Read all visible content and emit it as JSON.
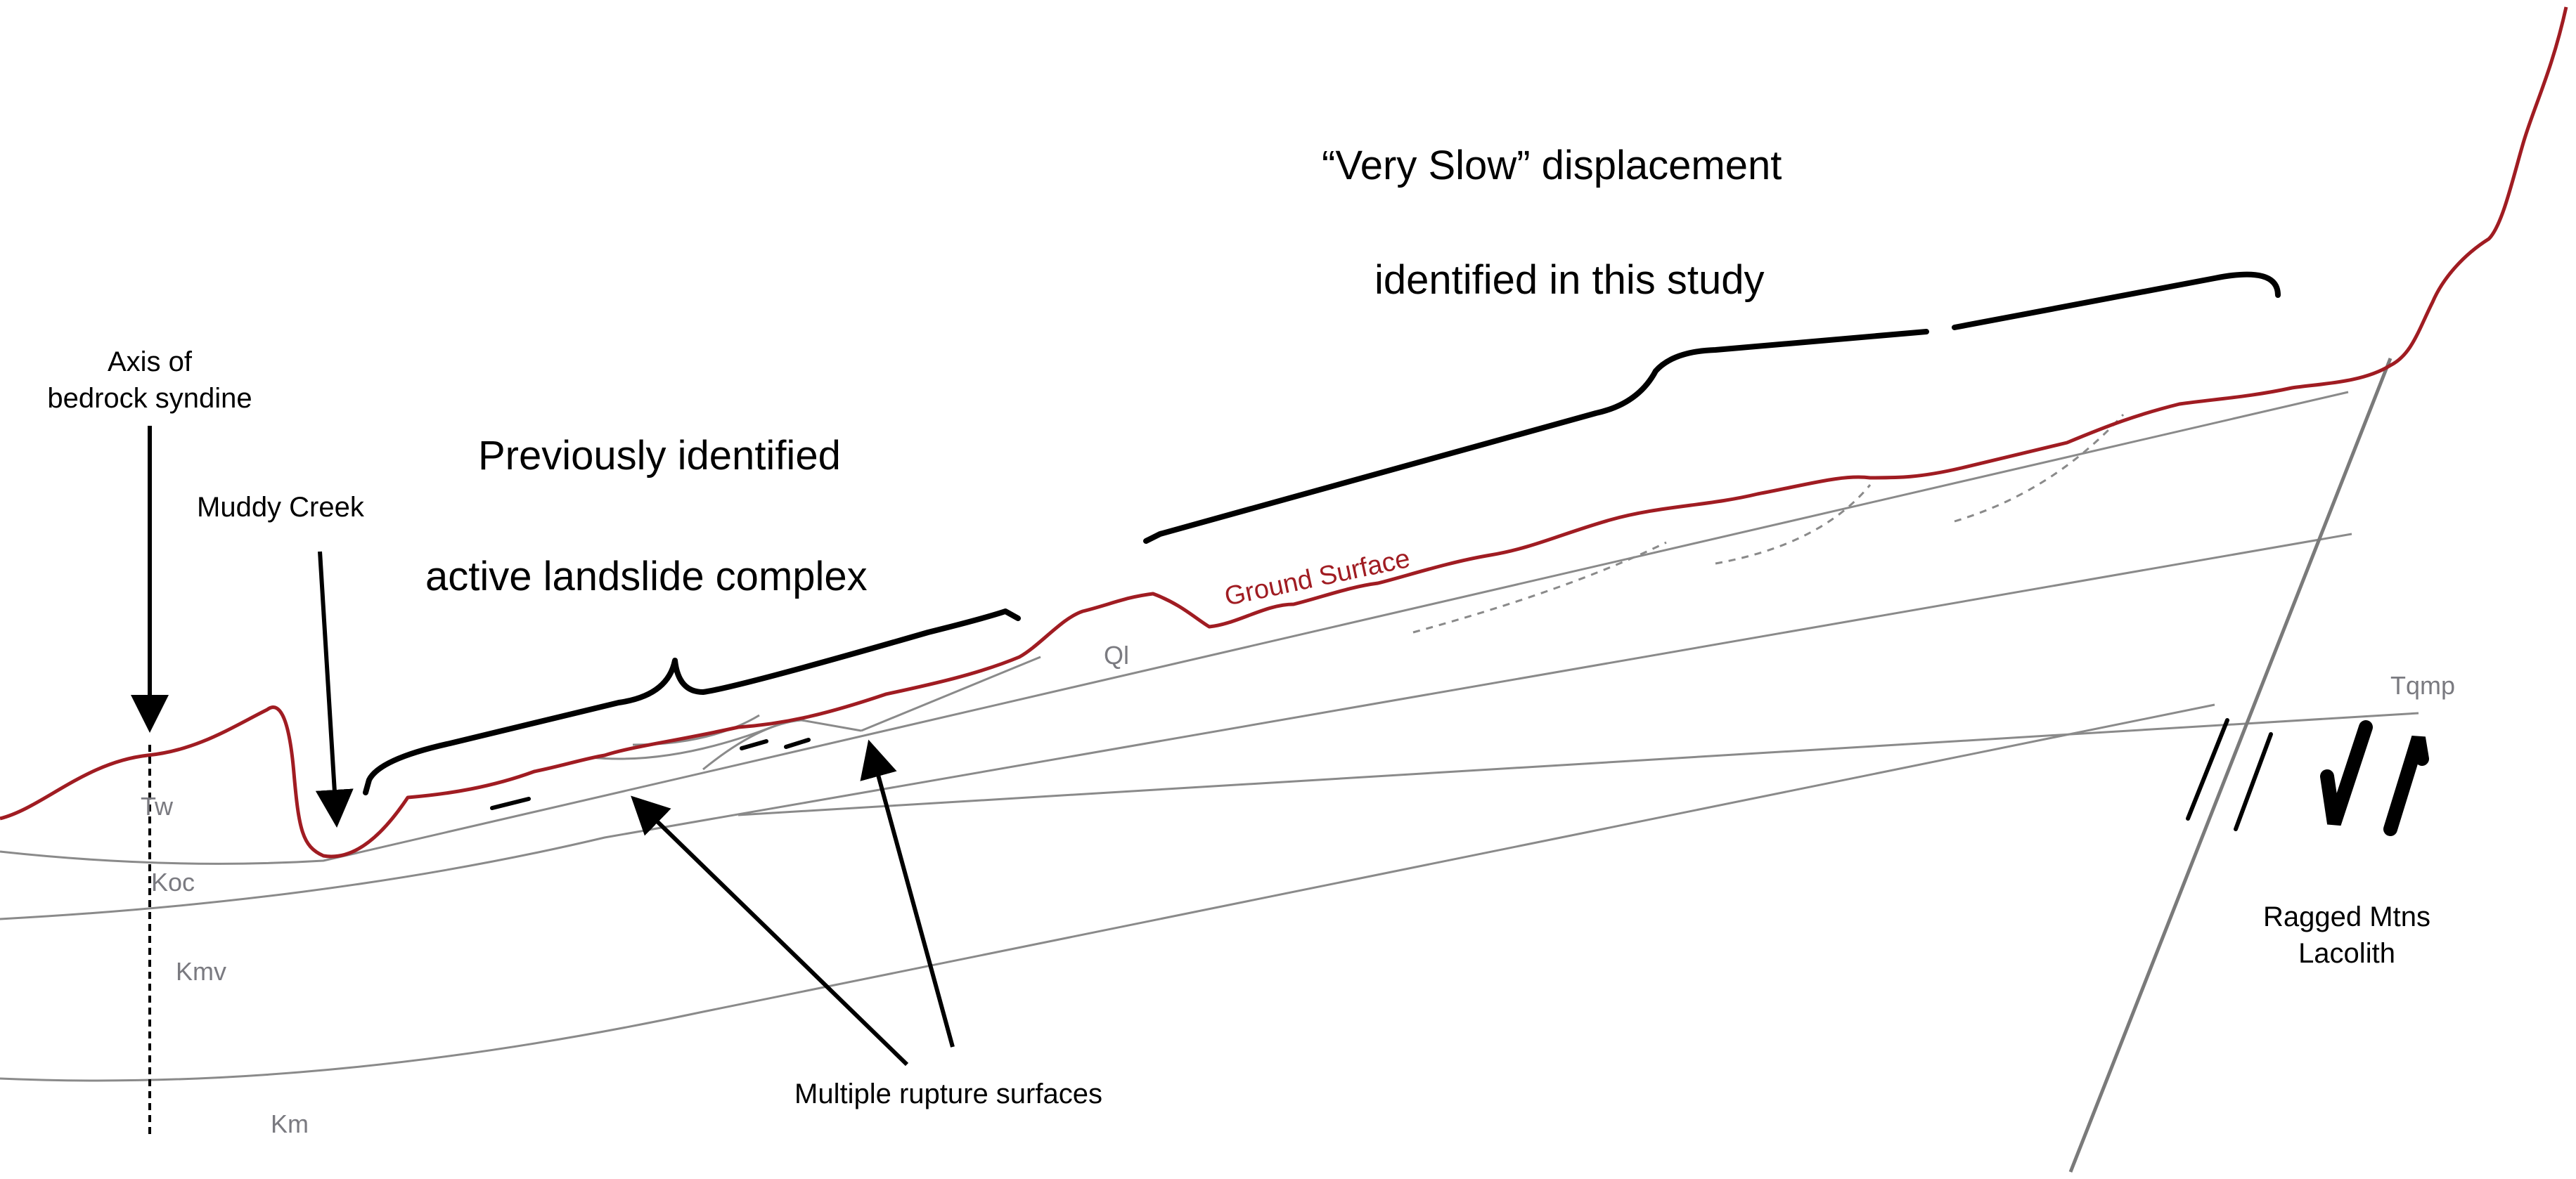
{
  "labels": {
    "very_slow_line1": "“Very Slow” displacement",
    "very_slow_line2": "identified in this study",
    "previously_line1": "Previously identified",
    "previously_line2": "active landslide complex",
    "axis_line1": "Axis of",
    "axis_line2": "bedrock syndine",
    "muddy_creek": "Muddy Creek",
    "ground_surface": "Ground Surface",
    "multiple_rupture": "Multiple rupture surfaces",
    "ragged_line1": "Ragged Mtns",
    "ragged_line2": "Lacolith"
  },
  "units": {
    "tw": "Tw",
    "koc": "Koc",
    "kmv": "Kmv",
    "km": "Km",
    "ql": "Ql",
    "tqmp": "Tqmp"
  },
  "colors": {
    "ground_surface": "#a01c22",
    "strata": "#8a8a8a",
    "fault": "#7a7a7a",
    "text": "#000000",
    "unit_text": "#7a7a80"
  }
}
